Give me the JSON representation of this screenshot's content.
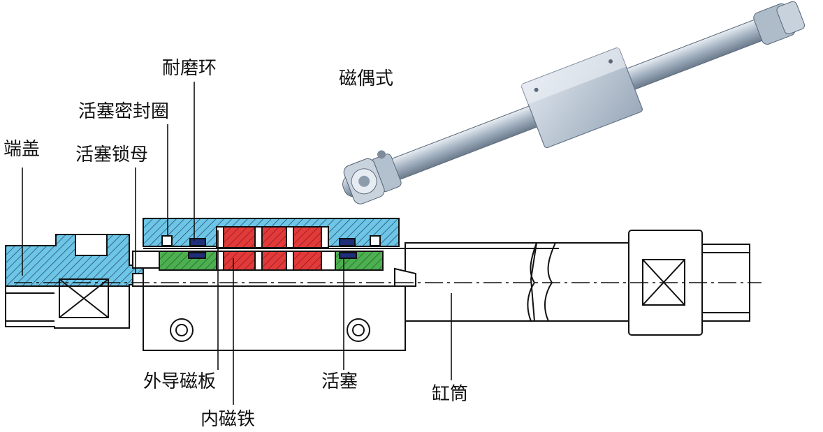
{
  "figure": {
    "labels": {
      "end_cap": "端盖",
      "piston_lock_nut": "活塞锁母",
      "piston_seal": "活塞密封圈",
      "wear_ring": "耐磨环",
      "magnetic_type": "磁偶式",
      "outer_guide_plate": "外导磁板",
      "inner_magnet": "内磁铁",
      "piston": "活塞",
      "cylinder_barrel": "缸筒"
    },
    "colors": {
      "hatch_blue": "#6ec6e6",
      "magnet_red": "#e23a3a",
      "piston_green": "#4caf50",
      "seal_navy": "#1f2f7a",
      "photo_metal": "#b9c6d6",
      "outline": "#111111"
    },
    "icons": [
      "cross-mark-icon",
      "port-circle-icon"
    ]
  }
}
